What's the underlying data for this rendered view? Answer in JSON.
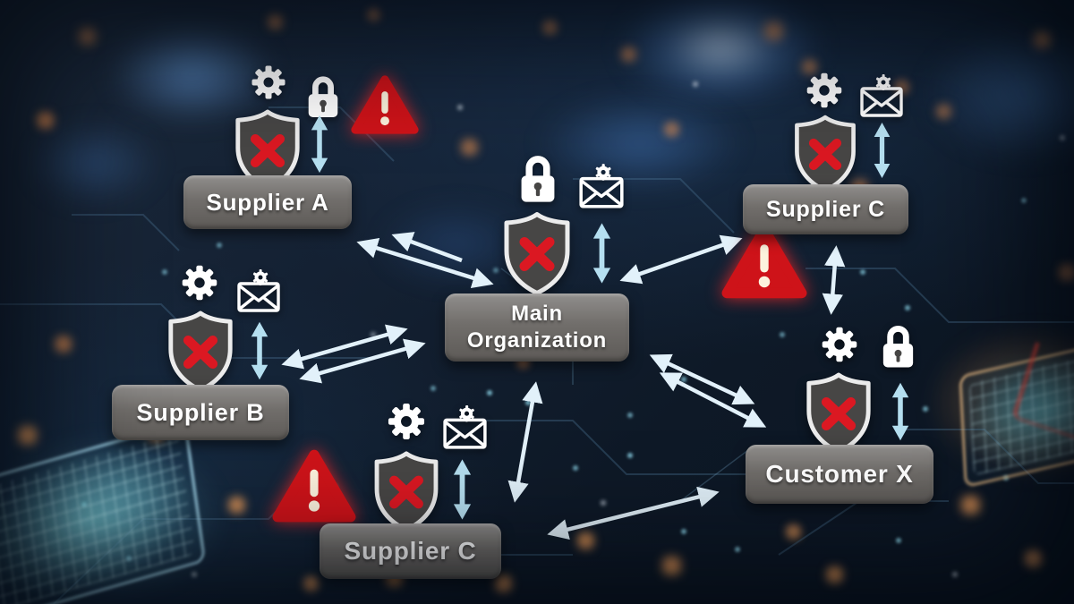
{
  "diagram": {
    "nodes": [
      {
        "id": "supplier-a",
        "label": "Supplier A",
        "icons": [
          "gear",
          "lock",
          "warning-triangle",
          "broken-shield",
          "sync-arrows"
        ]
      },
      {
        "id": "supplier-b",
        "label": "Supplier B",
        "icons": [
          "gear",
          "mail-gear",
          "broken-shield",
          "sync-arrows"
        ]
      },
      {
        "id": "supplier-c-top",
        "label": "Supplier C",
        "icons": [
          "gear",
          "mail-gear",
          "broken-shield",
          "sync-arrows",
          "warning-triangle"
        ]
      },
      {
        "id": "main-organization",
        "label": "Main Organization",
        "icons": [
          "lock",
          "mail-gear",
          "broken-shield",
          "sync-arrows"
        ]
      },
      {
        "id": "supplier-c-bottom",
        "label": "Supplier C",
        "icons": [
          "gear",
          "mail-gear",
          "warning-triangle",
          "broken-shield",
          "sync-arrows"
        ]
      },
      {
        "id": "customer-x",
        "label": "Customer X",
        "icons": [
          "gear",
          "lock",
          "broken-shield",
          "sync-arrows"
        ]
      }
    ],
    "connections": [
      {
        "from": "supplier-a",
        "to": "main-organization",
        "type": "bidirectional"
      },
      {
        "from": "supplier-b",
        "to": "main-organization",
        "type": "bidirectional"
      },
      {
        "from": "supplier-c-top",
        "to": "main-organization",
        "type": "bidirectional"
      },
      {
        "from": "supplier-c-top",
        "to": "customer-x",
        "type": "bidirectional"
      },
      {
        "from": "main-organization",
        "to": "customer-x",
        "type": "bidirectional"
      },
      {
        "from": "supplier-c-bottom",
        "to": "main-organization",
        "type": "bidirectional"
      },
      {
        "from": "supplier-c-bottom",
        "to": "customer-x",
        "type": "bidirectional"
      }
    ],
    "colors": {
      "alert_red": "#d21a20",
      "shield_fill": "#474645",
      "plate_gray": "#716e6b",
      "sync_arrow_blue": "#b5dff0",
      "connection_arrow": "#e2f1fa",
      "icon_white": "#ffffff"
    }
  }
}
